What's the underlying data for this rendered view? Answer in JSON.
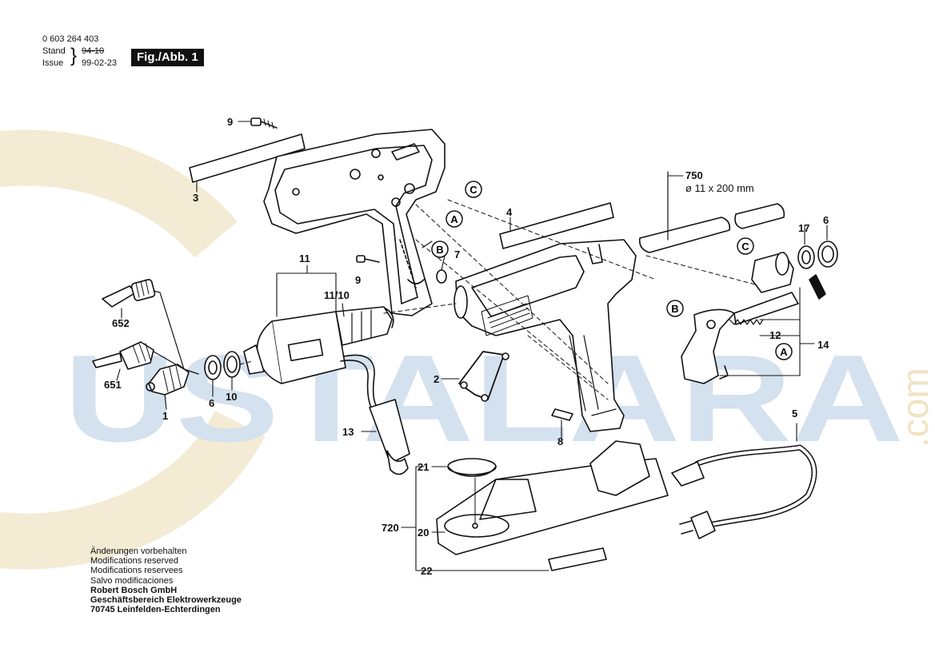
{
  "header": {
    "part_number": "0 603 264 403",
    "stand_label": "Stand",
    "issue_label": "Issue",
    "old_date": "94-10",
    "issue_date": "99-02-23",
    "figure_label": "Fig./Abb. 1"
  },
  "watermark": {
    "text": "USTALARA",
    "suffix": ".com"
  },
  "callouts": {
    "c9a": "9",
    "c3": "3",
    "c4": "4",
    "c750": "750",
    "c750_dim": "ø 11 x 200 mm",
    "c17": "17",
    "c6a": "6",
    "c11": "11",
    "c9b": "9",
    "c7": "7",
    "c1110": "11/10",
    "c652": "652",
    "c651": "651",
    "c1": "1",
    "c6b": "6",
    "c10": "10",
    "c2": "2",
    "c8": "8",
    "c12": "12",
    "c14": "14",
    "c13": "13",
    "c5": "5",
    "c21": "21",
    "c720": "720",
    "c20": "20",
    "c22": "22"
  },
  "markers": {
    "a": "A",
    "b": "B",
    "c": "C"
  },
  "footer": {
    "lines": [
      "Änderungen vorbehalten",
      "Modifications reserved",
      "Modifications reservees",
      "Salvo modificaciones"
    ],
    "company": "Robert Bosch GmbH",
    "division": "Geschäftsbereich Elektrowerkzeuge",
    "address": "70745 Leinfelden-Echterdingen"
  }
}
